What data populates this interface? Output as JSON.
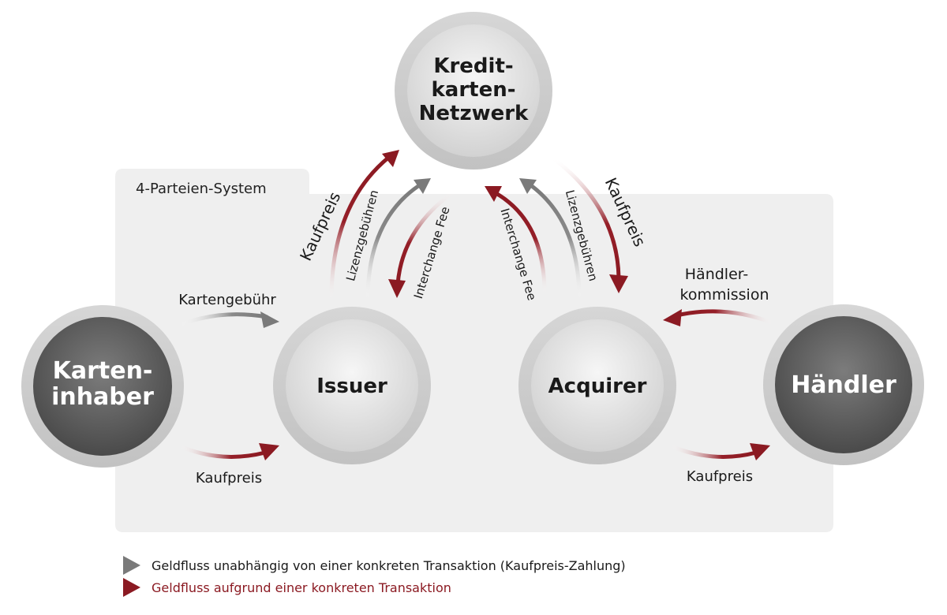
{
  "system_label": "4-Parteien-System",
  "nodes": {
    "network": {
      "line1": "Kredit-",
      "line2": "karten-",
      "line3": "Netzwerk"
    },
    "cardholder": {
      "line1": "Karten-",
      "line2": "inhaber"
    },
    "issuer": {
      "label": "Issuer"
    },
    "acquirer": {
      "label": "Acquirer"
    },
    "merchant": {
      "label": "Händler"
    }
  },
  "flows": {
    "card_fee": "Kartengebühr",
    "cardholder_price": "Kaufpreis",
    "issuer_price": "Kaufpreis",
    "issuer_license": "Lizenzgebühren",
    "issuer_interchange": "Interchange Fee",
    "acquirer_interchange": "Interchange Fee",
    "acquirer_license": "Lizenzgebühren",
    "acquirer_price": "Kaufpreis",
    "merchant_commission_1": "Händler-",
    "merchant_commission_2": "kommission",
    "merchant_price": "Kaufpreis"
  },
  "legend": {
    "gray": "Geldfluss unabhängig von einer konkreten Transaktion (Kaufpreis-Zahlung)",
    "red": "Geldfluss aufgrund einer konkreten Transaktion"
  },
  "colors": {
    "gray_arrow": "#7a7a7a",
    "red_arrow": "#8b1a22",
    "panel": "#efefef"
  }
}
